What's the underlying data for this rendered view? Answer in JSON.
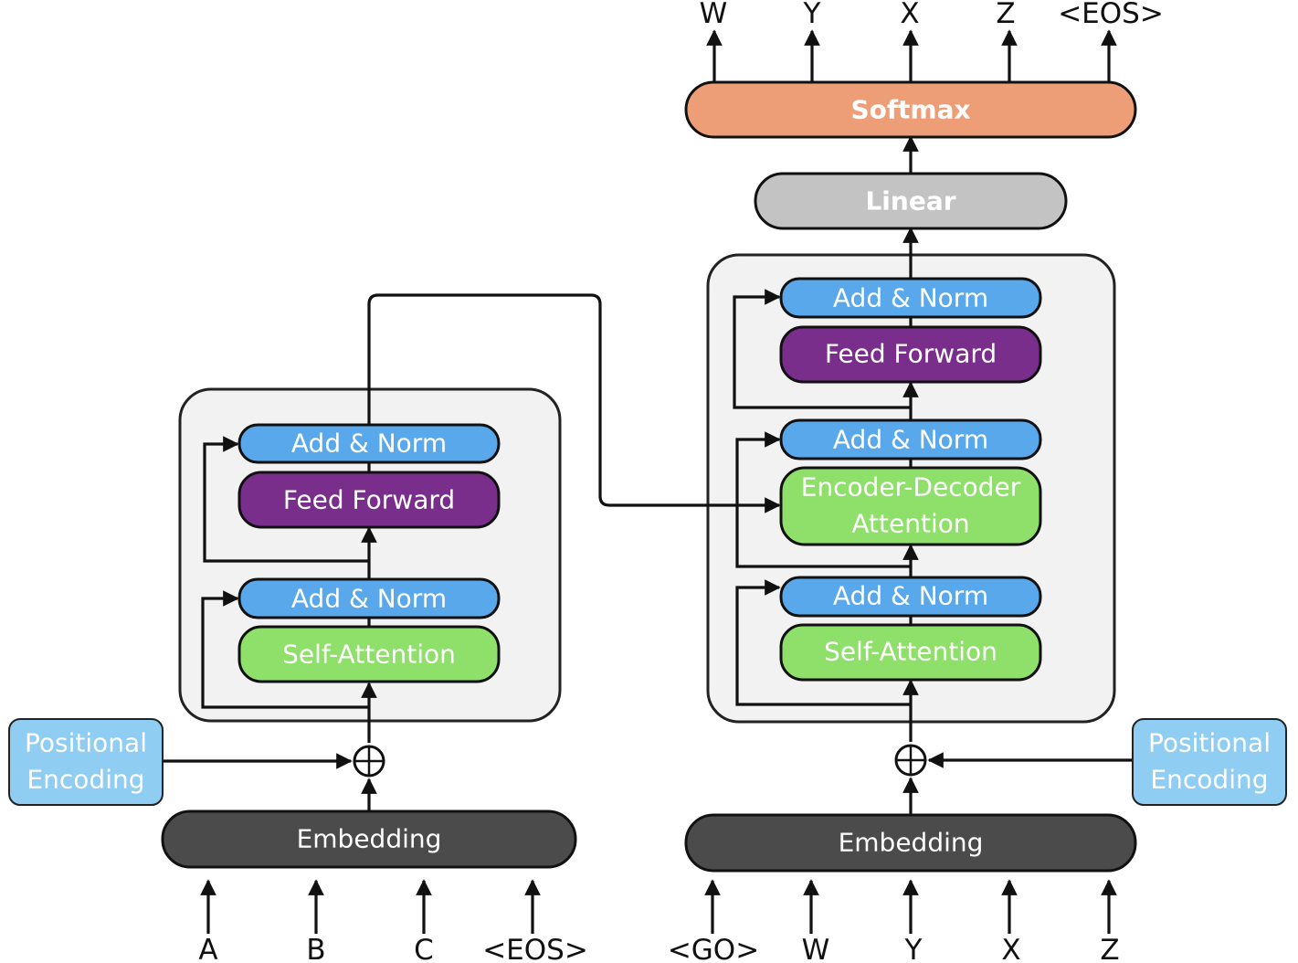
{
  "encoder": {
    "input_tokens": [
      "A",
      "B",
      "C",
      "<EOS>"
    ],
    "embedding": "Embedding",
    "positional_encoding": [
      "Positional",
      "Encoding"
    ],
    "self_attention": "Self-Attention",
    "add_norm_1": "Add & Norm",
    "feed_forward": "Feed Forward",
    "add_norm_2": "Add & Norm"
  },
  "decoder": {
    "input_tokens": [
      "<GO>",
      "W",
      "Y",
      "X",
      "Z"
    ],
    "embedding": "Embedding",
    "positional_encoding": [
      "Positional",
      "Encoding"
    ],
    "self_attention": "Self-Attention",
    "add_norm_1": "Add & Norm",
    "enc_dec_attention": [
      "Encoder-Decoder",
      "Attention"
    ],
    "add_norm_2": "Add & Norm",
    "feed_forward": "Feed Forward",
    "add_norm_3": "Add & Norm",
    "linear": "Linear",
    "softmax": "Softmax",
    "output_tokens": [
      "W",
      "Y",
      "X",
      "Z",
      "<EOS>"
    ]
  },
  "colors": {
    "add_norm": "#5aa8ec",
    "feed_forward": "#7a2e8c",
    "attention": "#8ee06a",
    "embedding": "#4b4b4b",
    "positional": "#8fcdf3",
    "linear": "#c3c3c3",
    "softmax": "#ee9e77",
    "stack_bg": "#f2f2f2"
  }
}
